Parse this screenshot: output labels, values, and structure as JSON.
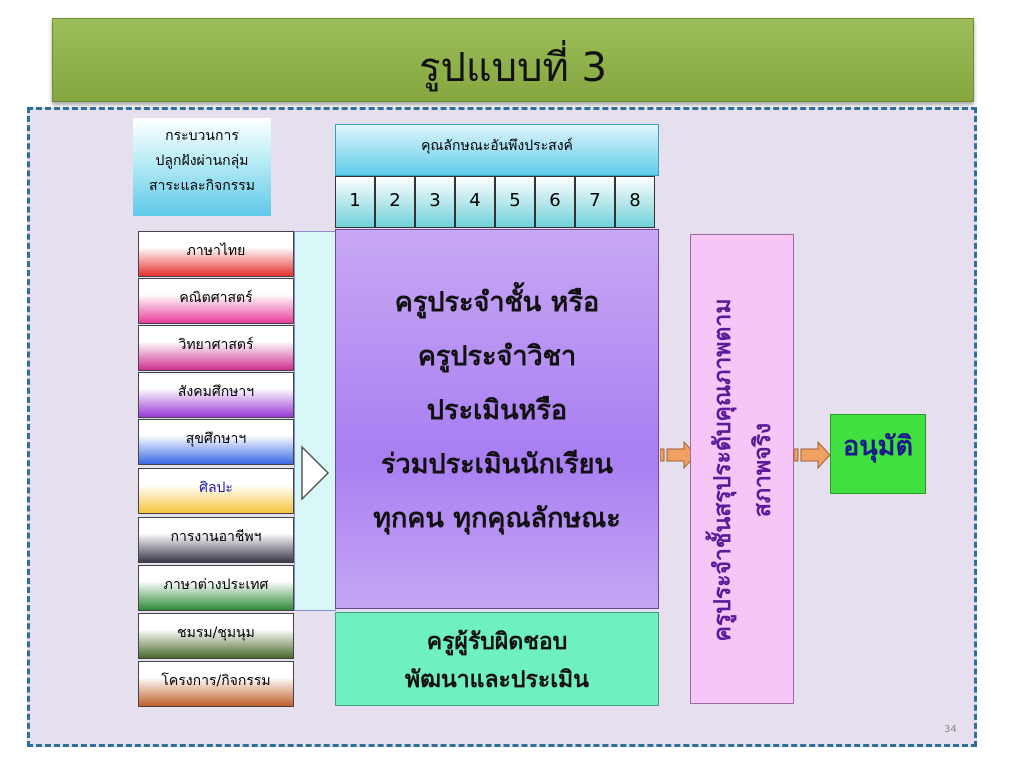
{
  "title": "รูปแบบที่ 3",
  "header_left": {
    "line1": "กระบวนการ",
    "line2": "ปลูกฝังผ่านกลุ่ม",
    "line3": "สาระและกิจกรรม"
  },
  "header_right": "คุณลักษณะอันพึงประสงค์",
  "numbers": [
    "1",
    "2",
    "3",
    "4",
    "5",
    "6",
    "7",
    "8"
  ],
  "subjects": [
    {
      "label": "ภาษาไทย",
      "color": "#e83030",
      "text_color": "#000000"
    },
    {
      "label": "คณิตศาสตร์",
      "color": "#e8409a",
      "text_color": "#000000"
    },
    {
      "label": "วิทยาศาสตร์",
      "color": "#d03090",
      "text_color": "#000000"
    },
    {
      "label": "สังคมศึกษาฯ",
      "color": "#9a3ad8",
      "text_color": "#000000"
    },
    {
      "label": "สุขศึกษาฯ",
      "color": "#3a6ae8",
      "text_color": "#000000"
    },
    {
      "label": "ศิลปะ",
      "color": "#f7c640",
      "text_color": "#1a1ab0"
    },
    {
      "label": "การงานอาชีพฯ",
      "color": "#3a3a4a",
      "text_color": "#000000"
    },
    {
      "label": "ภาษาต่างประเทศ",
      "color": "#2f8a3a",
      "text_color": "#000000"
    },
    {
      "label": "ชมรม/ชุมนุม",
      "color": "#4a6a2a",
      "text_color": "#000000"
    },
    {
      "label": "โครงการ/กิจกรรม",
      "color": "#c0602a",
      "text_color": "#000000"
    }
  ],
  "purple_box": {
    "line1": "ครูประจำชั้น หรือ",
    "line2": "ครูประจำวิชา",
    "line3": "ประเมินหรือ",
    "line4": "ร่วมประเมินนักเรียน",
    "line5": "ทุกคน ทุกคุณลักษณะ"
  },
  "green_box": {
    "line1": "ครูผู้รับผิดชอบ",
    "line2": "พัฒนาและประเมิน"
  },
  "pink_box": {
    "line1": "ครูประจำชั้นสรุประดับคุณภาพตาม",
    "line2": "สภาพจริง"
  },
  "approve": "อนุมัติ",
  "slide_number": "34",
  "colors": {
    "title_bar": "#8fae48",
    "frame_border": "#2f6f9a",
    "arrow": "#f0a060"
  }
}
